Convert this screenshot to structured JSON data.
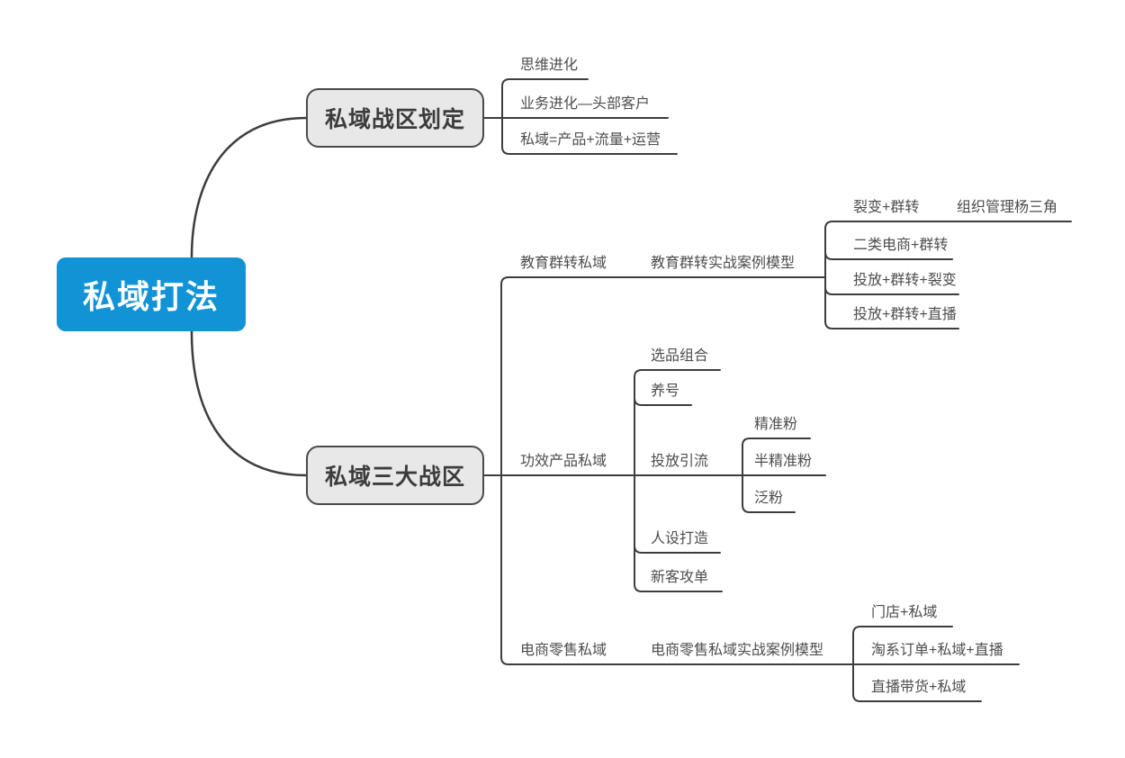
{
  "colors": {
    "background": "#ffffff",
    "root_fill": "#1193d5",
    "root_text": "#ffffff",
    "branch_fill": "#e8e8e8",
    "branch_border": "#4a4a4a",
    "branch_text": "#3c3c3c",
    "label_text": "#4d4d4d",
    "connector": "#3d3d3d"
  },
  "root": {
    "label": "私域打法"
  },
  "branches": [
    {
      "label": "私域战区划定",
      "children": [
        {
          "label": "思维进化"
        },
        {
          "label": "业务进化—头部客户"
        },
        {
          "label": "私域=产品+流量+运营"
        }
      ]
    },
    {
      "label": "私域三大战区",
      "children": [
        {
          "label": "教育群转私域",
          "children": [
            {
              "label": "教育群转实战案例模型",
              "children": [
                {
                  "label": "裂变+群转",
                  "children": [
                    {
                      "label": "组织管理杨三角"
                    }
                  ]
                },
                {
                  "label": "二类电商+群转"
                },
                {
                  "label": "投放+群转+裂变"
                },
                {
                  "label": "投放+群转+直播"
                }
              ]
            }
          ]
        },
        {
          "label": "功效产品私域",
          "children": [
            {
              "label": "选品组合"
            },
            {
              "label": "养号"
            },
            {
              "label": "投放引流",
              "children": [
                {
                  "label": "精准粉"
                },
                {
                  "label": "半精准粉"
                },
                {
                  "label": "泛粉"
                }
              ]
            },
            {
              "label": "人设打造"
            },
            {
              "label": "新客攻单"
            }
          ]
        },
        {
          "label": "电商零售私域",
          "children": [
            {
              "label": "电商零售私域实战案例模型",
              "children": [
                {
                  "label": "门店+私域"
                },
                {
                  "label": "淘系订单+私域+直播"
                },
                {
                  "label": "直播带货+私域"
                }
              ]
            }
          ]
        }
      ]
    }
  ]
}
